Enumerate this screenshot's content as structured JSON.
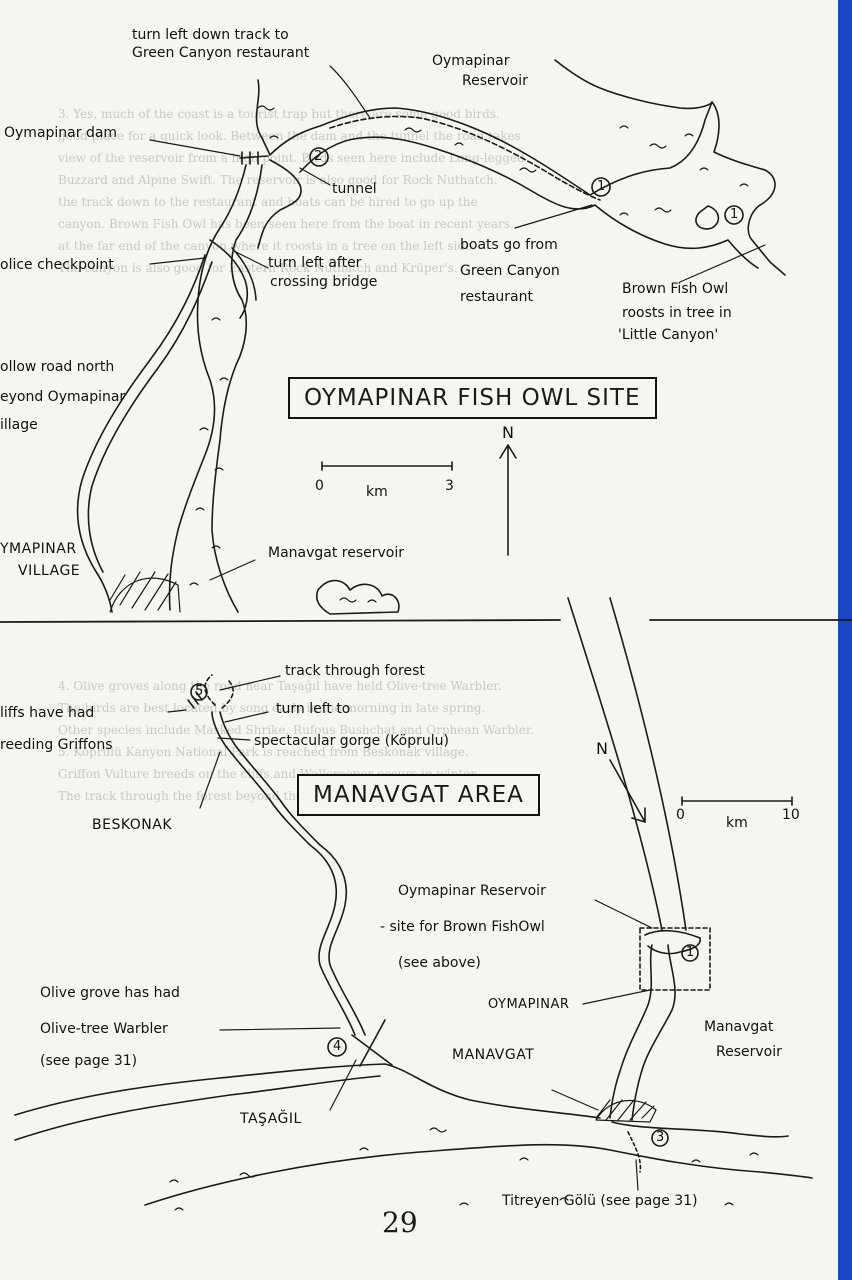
{
  "bleed_lines": [
    "3. Yes, much of the coast is a tourist trap but there are some good birds.",
    "good place for a quick look. Between the dam and the tunnel the road takes",
    "view of the reservoir from a high point. Birds seen here include Long-legged",
    "Buzzard and Alpine Swift. The reservoir is also good for Rock Nuthatch.",
    "the track down to the restaurant and boats can be hired to go up the",
    "canyon. Brown Fish Owl has been seen here from the boat in recent years.",
    "at the far end of the canyon where it roosts in a tree on the left side.",
    "The canyon is also good for Eastern Rock Nuthatch and Krüper's.",
    "4. Olive groves along the road near Taşağıl have held Olive-tree Warbler.",
    "The birds are best located by song early in the morning in late spring.",
    "Other species include Masked Shrike, Rufous Bushchat and Orphean Warbler.",
    "5. Köprülü Kanyon National Park is reached from Beskonak village.",
    "Griffon Vulture breeds on the cliffs and Wallcreeper occurs in winter.",
    "The track through the forest beyond the gorge is good for woodpeckers."
  ],
  "map_top": {
    "title": "OYMAPINAR FISH OWL SITE",
    "north": "N",
    "scale": {
      "start": "0",
      "unit": "km",
      "end": "3"
    },
    "labels": {
      "track_line1": "turn left down track to",
      "track_line2": "Green Canyon restaurant",
      "reservoir_line1": "Oymapinar",
      "reservoir_line2": "Reservoir",
      "dam": "Oymapinar dam",
      "tunnel": "tunnel",
      "checkpoint": "olice checkpoint",
      "turn_line1": "turn left after",
      "turn_line2": "crossing bridge",
      "boats_line1": "boats go from",
      "boats_line2": "Green Canyon",
      "boats_line3": "restaurant",
      "owl_line1": "Brown Fish Owl",
      "owl_line2": "roosts in tree in",
      "owl_line3": "'Little Canyon'",
      "follow_line1": "ollow road north",
      "follow_line2": "eyond Oymapinar",
      "follow_line3": "illage",
      "village_line1": "YMAPINAR",
      "village_line2": "VILLAGE",
      "manavgat_res": "Manavgat reservoir"
    },
    "site_numbers": {
      "s2": "2",
      "s1a": "1",
      "s1b": "1"
    }
  },
  "map_bottom": {
    "title": "MANAVGAT AREA",
    "north": "N",
    "scale": {
      "start": "0",
      "unit": "km",
      "end": "10"
    },
    "labels": {
      "track_forest": "track through forest",
      "cliffs_line1": "liffs have had",
      "cliffs_line2": "reeding Griffons",
      "turn_line1": "turn left to",
      "gorge": "spectacular gorge (Köprulu)",
      "beskonak": "BESKONAK",
      "oym_res": "Oymapinar Reservoir",
      "owl_site": "- site for Brown FishOwl",
      "see_above": "(see above)",
      "olive_line1": "Olive grove has had",
      "olive_line2": "Olive-tree Warbler",
      "olive_line3": "(see page 31)",
      "oymapinar": "OYMAPINAR",
      "manavgat_line1": "Manavgat",
      "manavgat_line2": "Reservoir",
      "manavgat": "MANAVGAT",
      "tasagil": "TAŞAĞIL",
      "titreyen": "Titreyen Gölü (see page 31)"
    },
    "site_numbers": {
      "s5": "5",
      "s4": "4",
      "s1": "1",
      "s3": "3"
    }
  },
  "page_number": "29"
}
